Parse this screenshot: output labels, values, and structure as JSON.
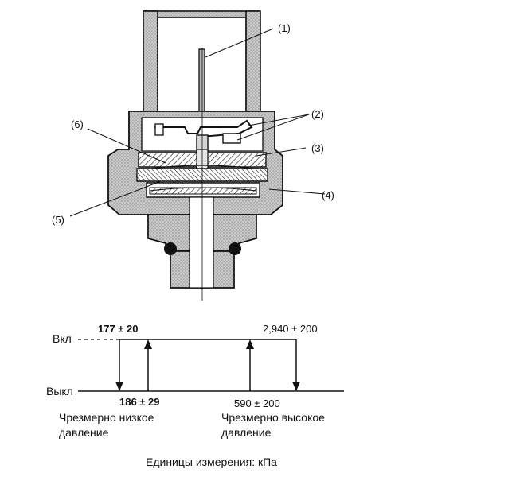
{
  "callouts": {
    "c1": "(1)",
    "c2": "(2)",
    "c3": "(3)",
    "c4": "(4)",
    "c5": "(5)",
    "c6": "(6)"
  },
  "graph": {
    "on_label": "Вкл",
    "off_label": "Выкл",
    "low_on_value": "177 ± 20",
    "low_off_value": "186 ± 29",
    "high_on_value": "2,940 ± 200",
    "high_off_value": "590 ± 200",
    "low_caption_line1": "Чрезмерно низкое",
    "low_caption_line2": "давление",
    "high_caption_line1": "Чрезмерно высокое",
    "high_caption_line2": "давление",
    "units": "Единицы измерения: кПа"
  }
}
